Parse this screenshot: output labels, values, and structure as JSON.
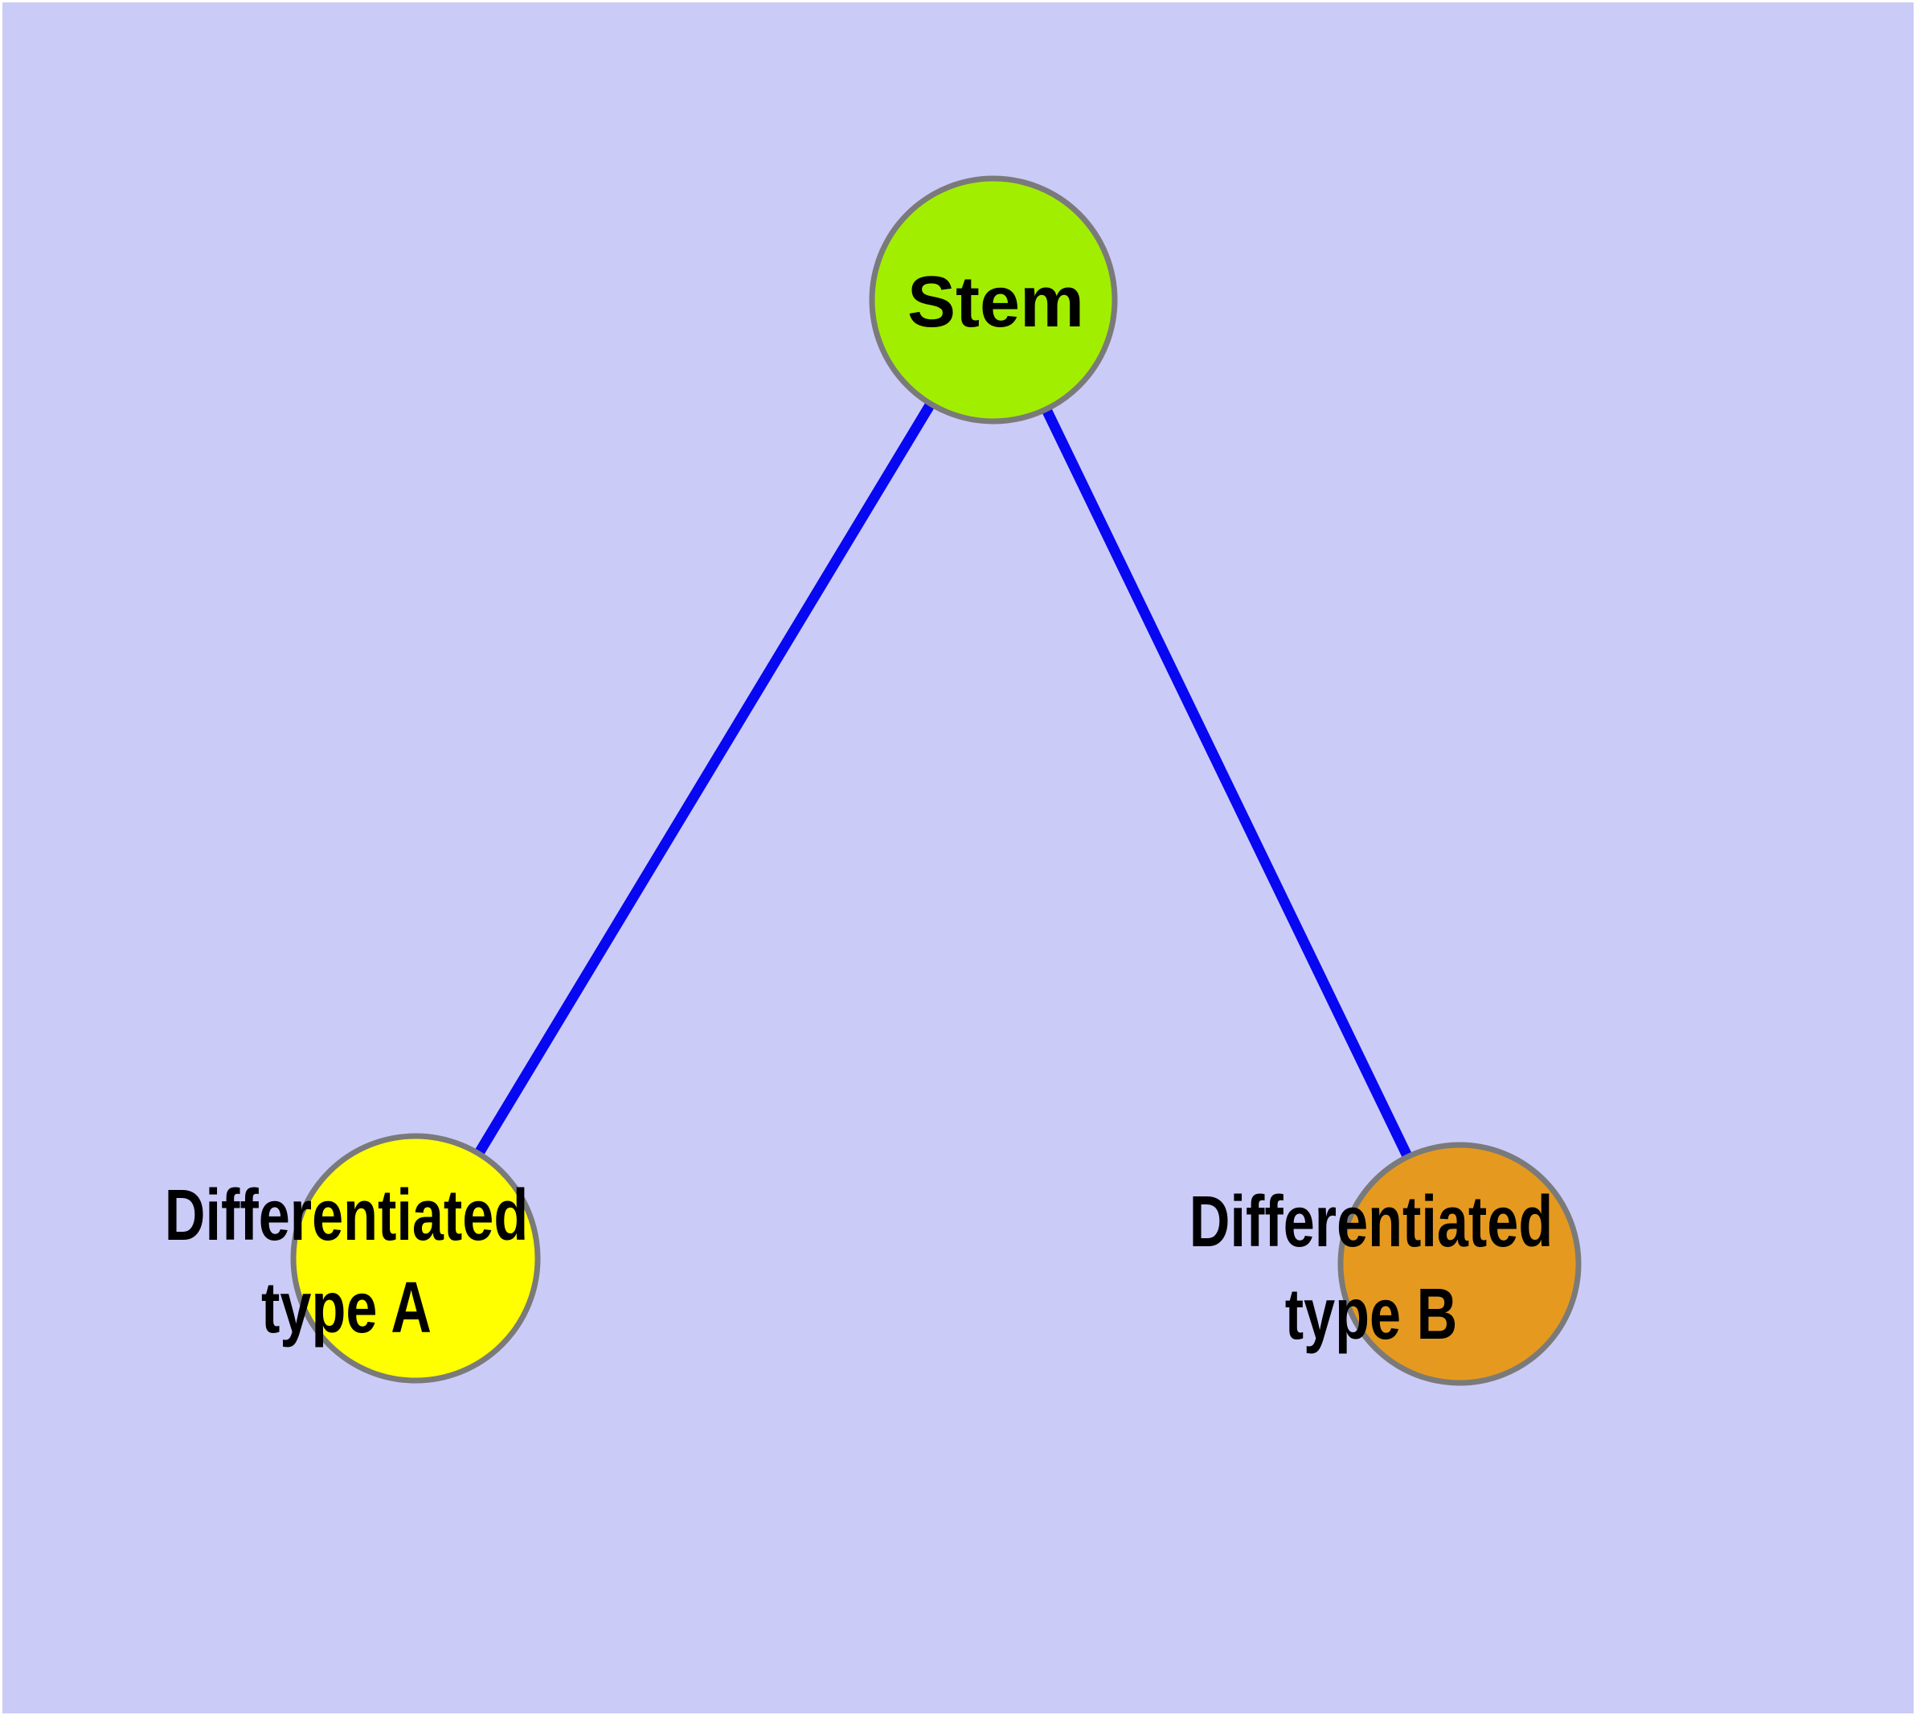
{
  "diagram": {
    "description": "Stem cell differentiation graph",
    "background_color": "#cbcbf8",
    "margin_color": "#ffffff",
    "edge_color": "#0707f2",
    "node_border_color": "#7a7a7a",
    "label_color": "#000000",
    "nodes": {
      "stem": {
        "label": "Stem",
        "fill": "#a2ee00"
      },
      "type_a": {
        "label_line1": "Differentiated",
        "label_line2": "type A",
        "fill": "#ffff00"
      },
      "type_b": {
        "label_line1": "Differentiated",
        "label_line2": "type B",
        "fill": "#e59a1f"
      }
    },
    "edges": [
      {
        "from": "stem",
        "to": "type_a"
      },
      {
        "from": "stem",
        "to": "type_b"
      }
    ]
  }
}
